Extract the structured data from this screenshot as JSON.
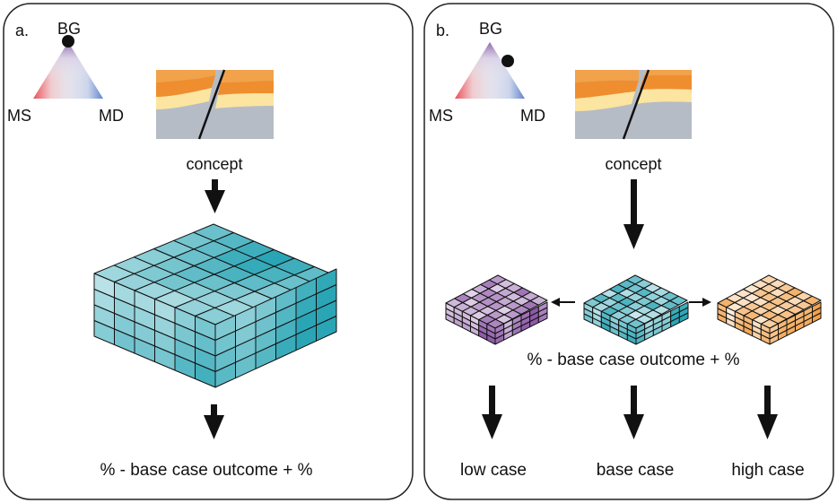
{
  "panels": [
    {
      "label": "a.",
      "triangle": {
        "top": "BG",
        "left": "MS",
        "right": "MD"
      },
      "concept_label": "concept",
      "outcome_label": "% - base case outcome + %"
    },
    {
      "label": "b.",
      "triangle": {
        "top": "BG",
        "left": "MS",
        "right": "MD"
      },
      "concept_label": "concept",
      "outcome_label": "% - base case outcome + %",
      "cases": [
        "low case",
        "base case",
        "high case"
      ]
    }
  ],
  "colors": {
    "teal": "#2aa5b5",
    "purple": "#8e5aa8",
    "orange": "#f2a24a",
    "red": "#e8202a",
    "blue": "#1b4fb3",
    "yellow": "#fbe5a0",
    "grey": "#b6bcc6"
  }
}
